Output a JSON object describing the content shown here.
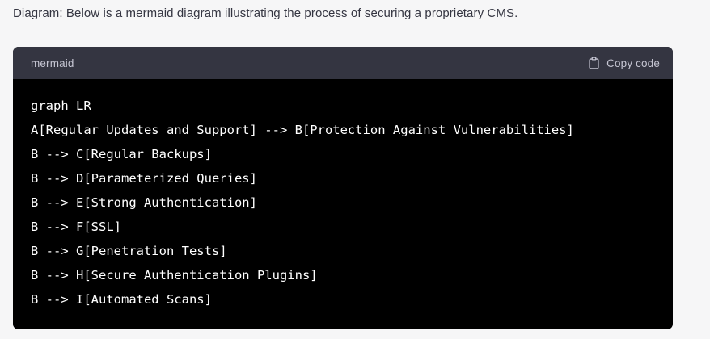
{
  "intro": {
    "text": "Diagram: Below is a mermaid diagram illustrating the process of securing a proprietary CMS."
  },
  "code_block": {
    "language": "mermaid",
    "copy_label": "Copy code",
    "copy_icon": "clipboard-icon",
    "colors": {
      "page_background": "#f6f6f7",
      "header_background": "#343541",
      "body_background": "#000000",
      "code_text": "#ffffff",
      "header_text": "#c5c5d2",
      "intro_text": "#343541"
    },
    "lines": [
      "graph LR",
      "A[Regular Updates and Support] --> B[Protection Against Vulnerabilities]",
      "B --> C[Regular Backups]",
      "B --> D[Parameterized Queries]",
      "B --> E[Strong Authentication]",
      "B --> F[SSL]",
      "B --> G[Penetration Tests]",
      "B --> H[Secure Authentication Plugins]",
      "B --> I[Automated Scans]"
    ]
  }
}
